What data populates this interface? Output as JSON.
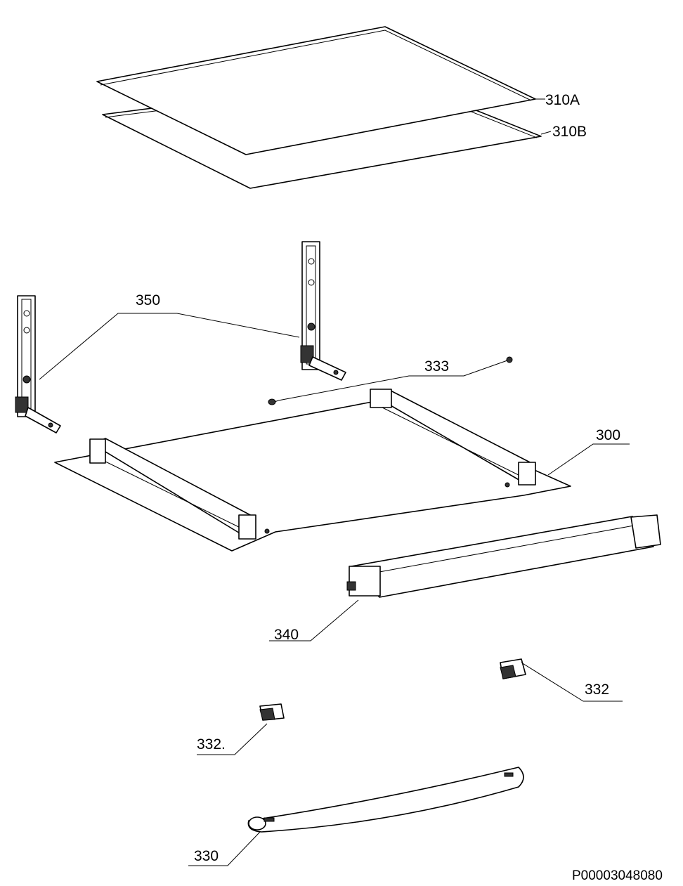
{
  "labels": {
    "p310a": "310A",
    "p310b": "310B",
    "p350": "350",
    "p333": "333",
    "p300": "300",
    "p340": "340",
    "p332_right": "332",
    "p332_left": "332.",
    "p330": "330"
  },
  "drawing_code": "P00003048080"
}
